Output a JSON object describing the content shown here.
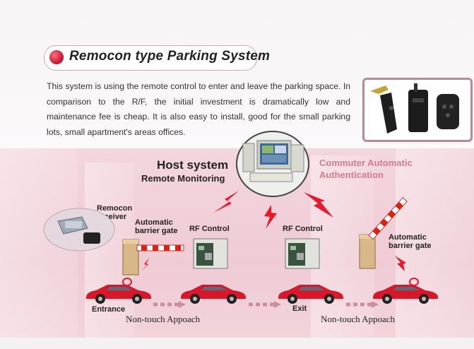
{
  "header": {
    "title": "Remocon type Parking System"
  },
  "description": "This system is using the remote control to enter and leave the parking space. In comparison to the R/F, the initial investment is dramatically low and maintenance fee is cheap. It is also easy to install, good for the small parking lots, small apartment's areas offices.",
  "diagram": {
    "host_title": "Host system",
    "host_subtitle": "Remote Monitoring",
    "commuter_line1": "Commuter Automatic",
    "commuter_line2": "Authentication",
    "receiver_line1": "Remocon",
    "receiver_line2": "receiver",
    "barrier_left_line1": "Automatic",
    "barrier_left_line2": "barrier gate",
    "rf_left": "RF Control",
    "rf_right": "RF Control",
    "barrier_right_line1": "Automatic",
    "barrier_right_line2": "barrier gate",
    "entrance": "Entrance",
    "exit": "Exit",
    "approach_left": "Non-touch Appoach",
    "approach_right": "Non-touch Appoach"
  },
  "colors": {
    "accent_red": "#c4122c",
    "pink_bg": "#efcbd5",
    "car_red": "#d8182a",
    "commuter_text": "#d57a8e"
  }
}
